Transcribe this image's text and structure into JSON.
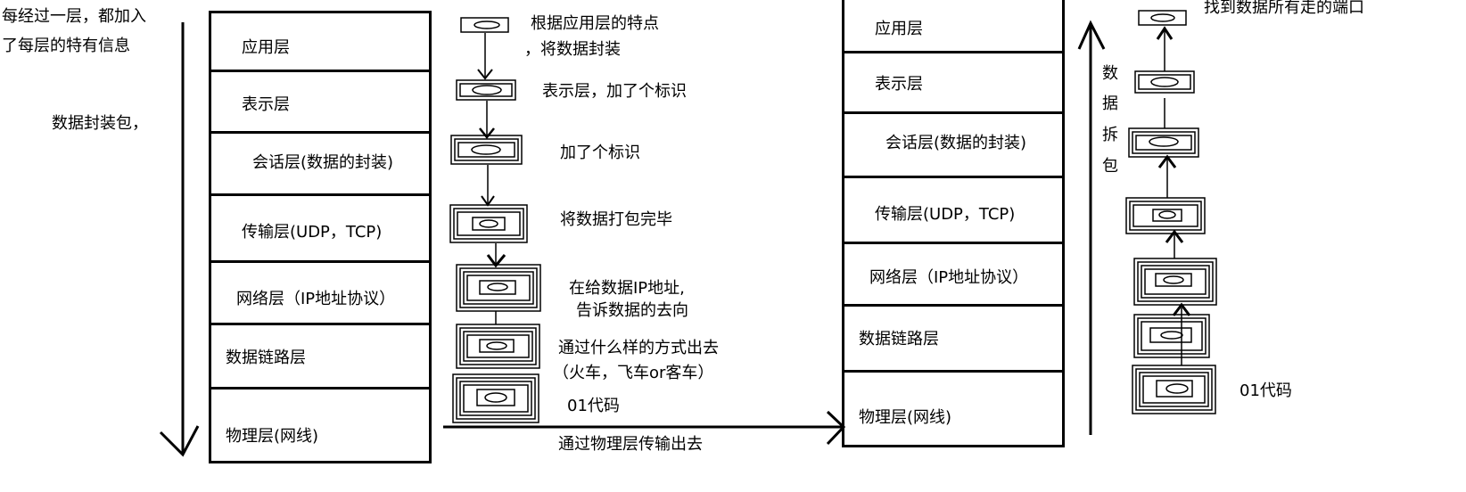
{
  "left_notes": {
    "line1": "每经过一层，都加入",
    "line2": "了每层的特有信息",
    "line3": "数据封装包，"
  },
  "left_stack": {
    "layers": [
      "应用层",
      "表示层",
      "会话层(数据的封装)",
      "传输层(UDP，TCP)",
      "网络层（IP地址协议）",
      "数据链路层",
      "物理层(网线)"
    ]
  },
  "encap_notes": {
    "n1a": "根据应用层的特点",
    "n1b": "，将数据封装",
    "n2": "表示层，加了个标识",
    "n3": "加了个标识",
    "n4": "将数据打包完毕",
    "n5a": "在给数据IP地址,",
    "n5b": "告诉数据的去向",
    "n6a": "通过什么样的方式出去",
    "n6b": "（火车，飞车or客车）",
    "n7": "01代码"
  },
  "transmit_label": "通过物理层传输出去",
  "right_stack": {
    "layers": [
      "应用层",
      "表示层",
      "会话层(数据的封装)",
      "传输层(UDP，TCP)",
      "网络层（IP地址协议）",
      "数据链路层",
      "物理层(网线)"
    ]
  },
  "decap": {
    "vertical_label": [
      "数",
      "据",
      "拆",
      "包"
    ],
    "top_note": "找到数据所有走的端口",
    "bottom_note": "01代码"
  }
}
